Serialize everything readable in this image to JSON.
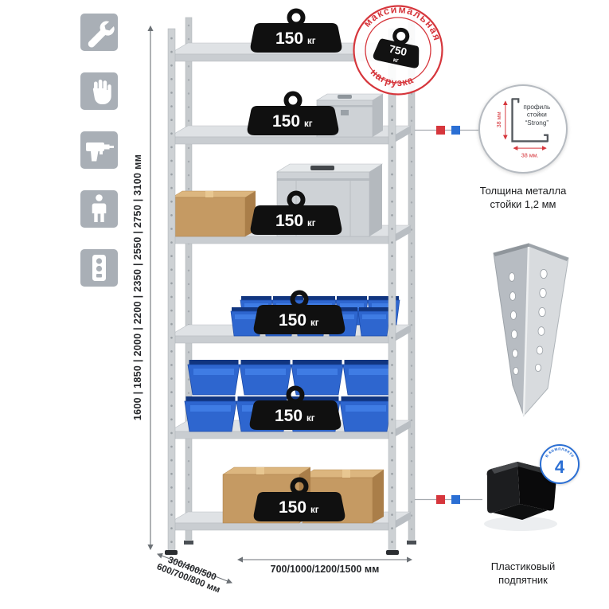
{
  "shelf": {
    "load_value": "150",
    "load_unit": "кг",
    "levels": 6
  },
  "stamp": {
    "arc_top": "максимальная",
    "arc_bottom": "нагрузка",
    "value": "750",
    "unit": "кг"
  },
  "dims": {
    "heights": "1600 | 1850 | 2000 | 2200 | 2350 | 2550 | 2750 | 3100 мм",
    "depth_line1": "300/400/500",
    "depth_line2": "600/700/800 мм",
    "width": "700/1000/1200/1500 мм"
  },
  "profile_callout": {
    "label_line1": "профиль",
    "label_line2": "стойки",
    "label_line3": "“Strong”",
    "dim_vertical": "38 мм",
    "dim_horizontal": "38 мм.",
    "caption_line1": "Толщина металла",
    "caption_line2": "стойки 1,2 мм"
  },
  "foot_callout": {
    "badge_value": "4",
    "badge_label": "в комплекте",
    "caption_line1": "Пластиковый",
    "caption_line2": "подпятник"
  },
  "icons": [
    {
      "name": "wrench-icon"
    },
    {
      "name": "work-gloves-icon"
    },
    {
      "name": "drill-icon"
    },
    {
      "name": "person-icon"
    },
    {
      "name": "power-strip-icon"
    }
  ],
  "colors": {
    "accent_red": "#d6363c",
    "accent_blue": "#2b6fd4",
    "badge_black": "#101010",
    "bin_blue": "#2e66cf",
    "cardboard": "#c59a63",
    "metal_light": "#dcdfe2",
    "icon_tile": "#a9afb6"
  }
}
